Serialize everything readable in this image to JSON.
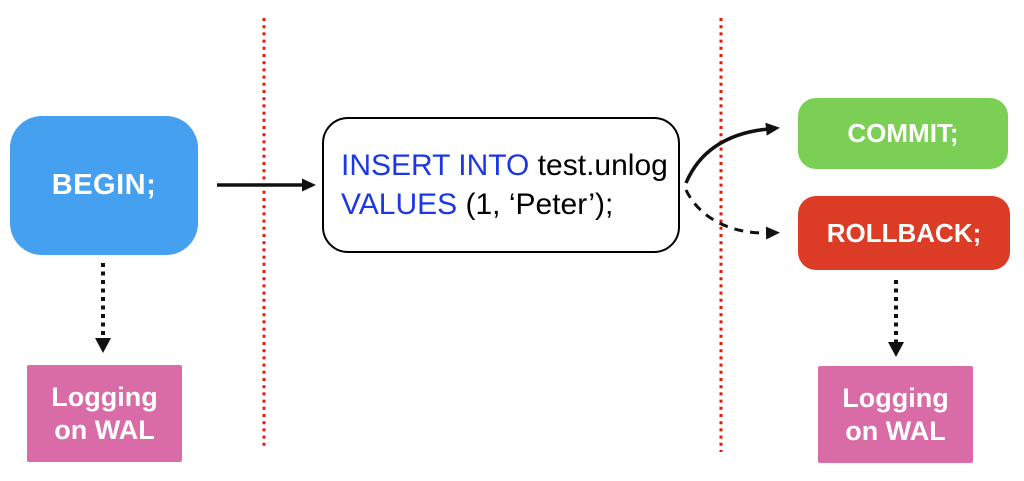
{
  "diagram": {
    "begin": {
      "label": "BEGIN;"
    },
    "insert": {
      "line1_keyword": "INSERT INTO ",
      "line1_text": "test.unlog",
      "line2_keyword": "VALUES ",
      "line2_text": "(1, ‘Peter’);"
    },
    "commit": {
      "label": "COMMIT;"
    },
    "rollback": {
      "label": "ROLLBACK;"
    },
    "wal_left": {
      "line1": "Logging",
      "line2": "on WAL"
    },
    "wal_right": {
      "line1": "Logging",
      "line2": "on WAL"
    }
  },
  "colors": {
    "begin_fill": "#46a0f0",
    "commit_fill": "#7ccf55",
    "rollback_fill": "#dc3b26",
    "wal_fill": "#d96ca6",
    "sql_keyword_blue": "#1b37e6",
    "divider_red": "#e81508",
    "arrow_black": "#111111"
  }
}
